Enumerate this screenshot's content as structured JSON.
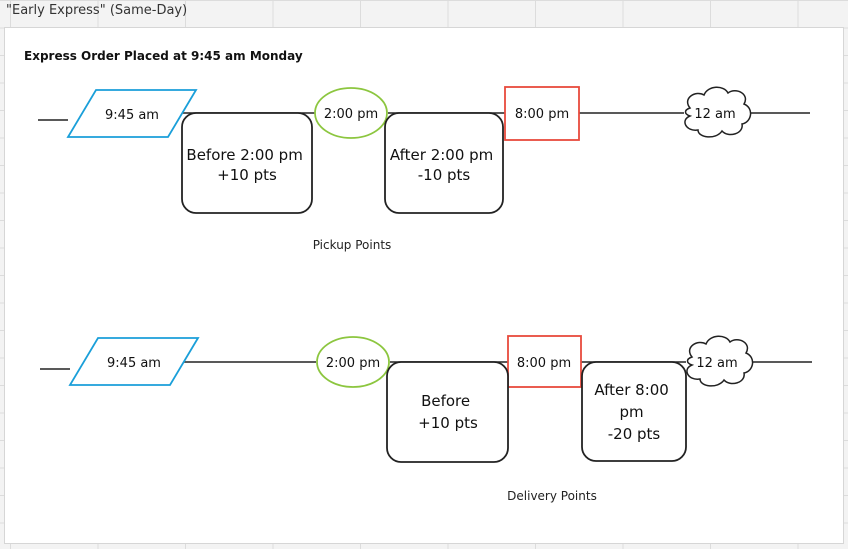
{
  "sheet": {
    "title": "\"Early Express\" (Same-Day)"
  },
  "diagram": {
    "heading": "Express Order Placed at 9:45 am Monday",
    "colors": {
      "order_time": "#1a9fd9",
      "cutoff": "#8cc63f",
      "deadline": "#e84a3c",
      "line": "#222222"
    },
    "pickup": {
      "caption": "Pickup Points",
      "order_time": "9:45 am",
      "cutoff": "2:00 pm",
      "deadline": "8:00 pm",
      "midnight": "12 am",
      "before_box": [
        "Before 2:00 pm",
        "+10 pts"
      ],
      "after_box": [
        "After 2:00 pm",
        "-10 pts"
      ]
    },
    "delivery": {
      "caption": "Delivery Points",
      "order_time": "9:45 am",
      "cutoff": "2:00 pm",
      "deadline": "8:00 pm",
      "midnight": "12 am",
      "before_box": [
        "Before",
        "+10 pts"
      ],
      "after_box": [
        "After 8:00",
        "pm",
        "-20 pts"
      ]
    }
  }
}
